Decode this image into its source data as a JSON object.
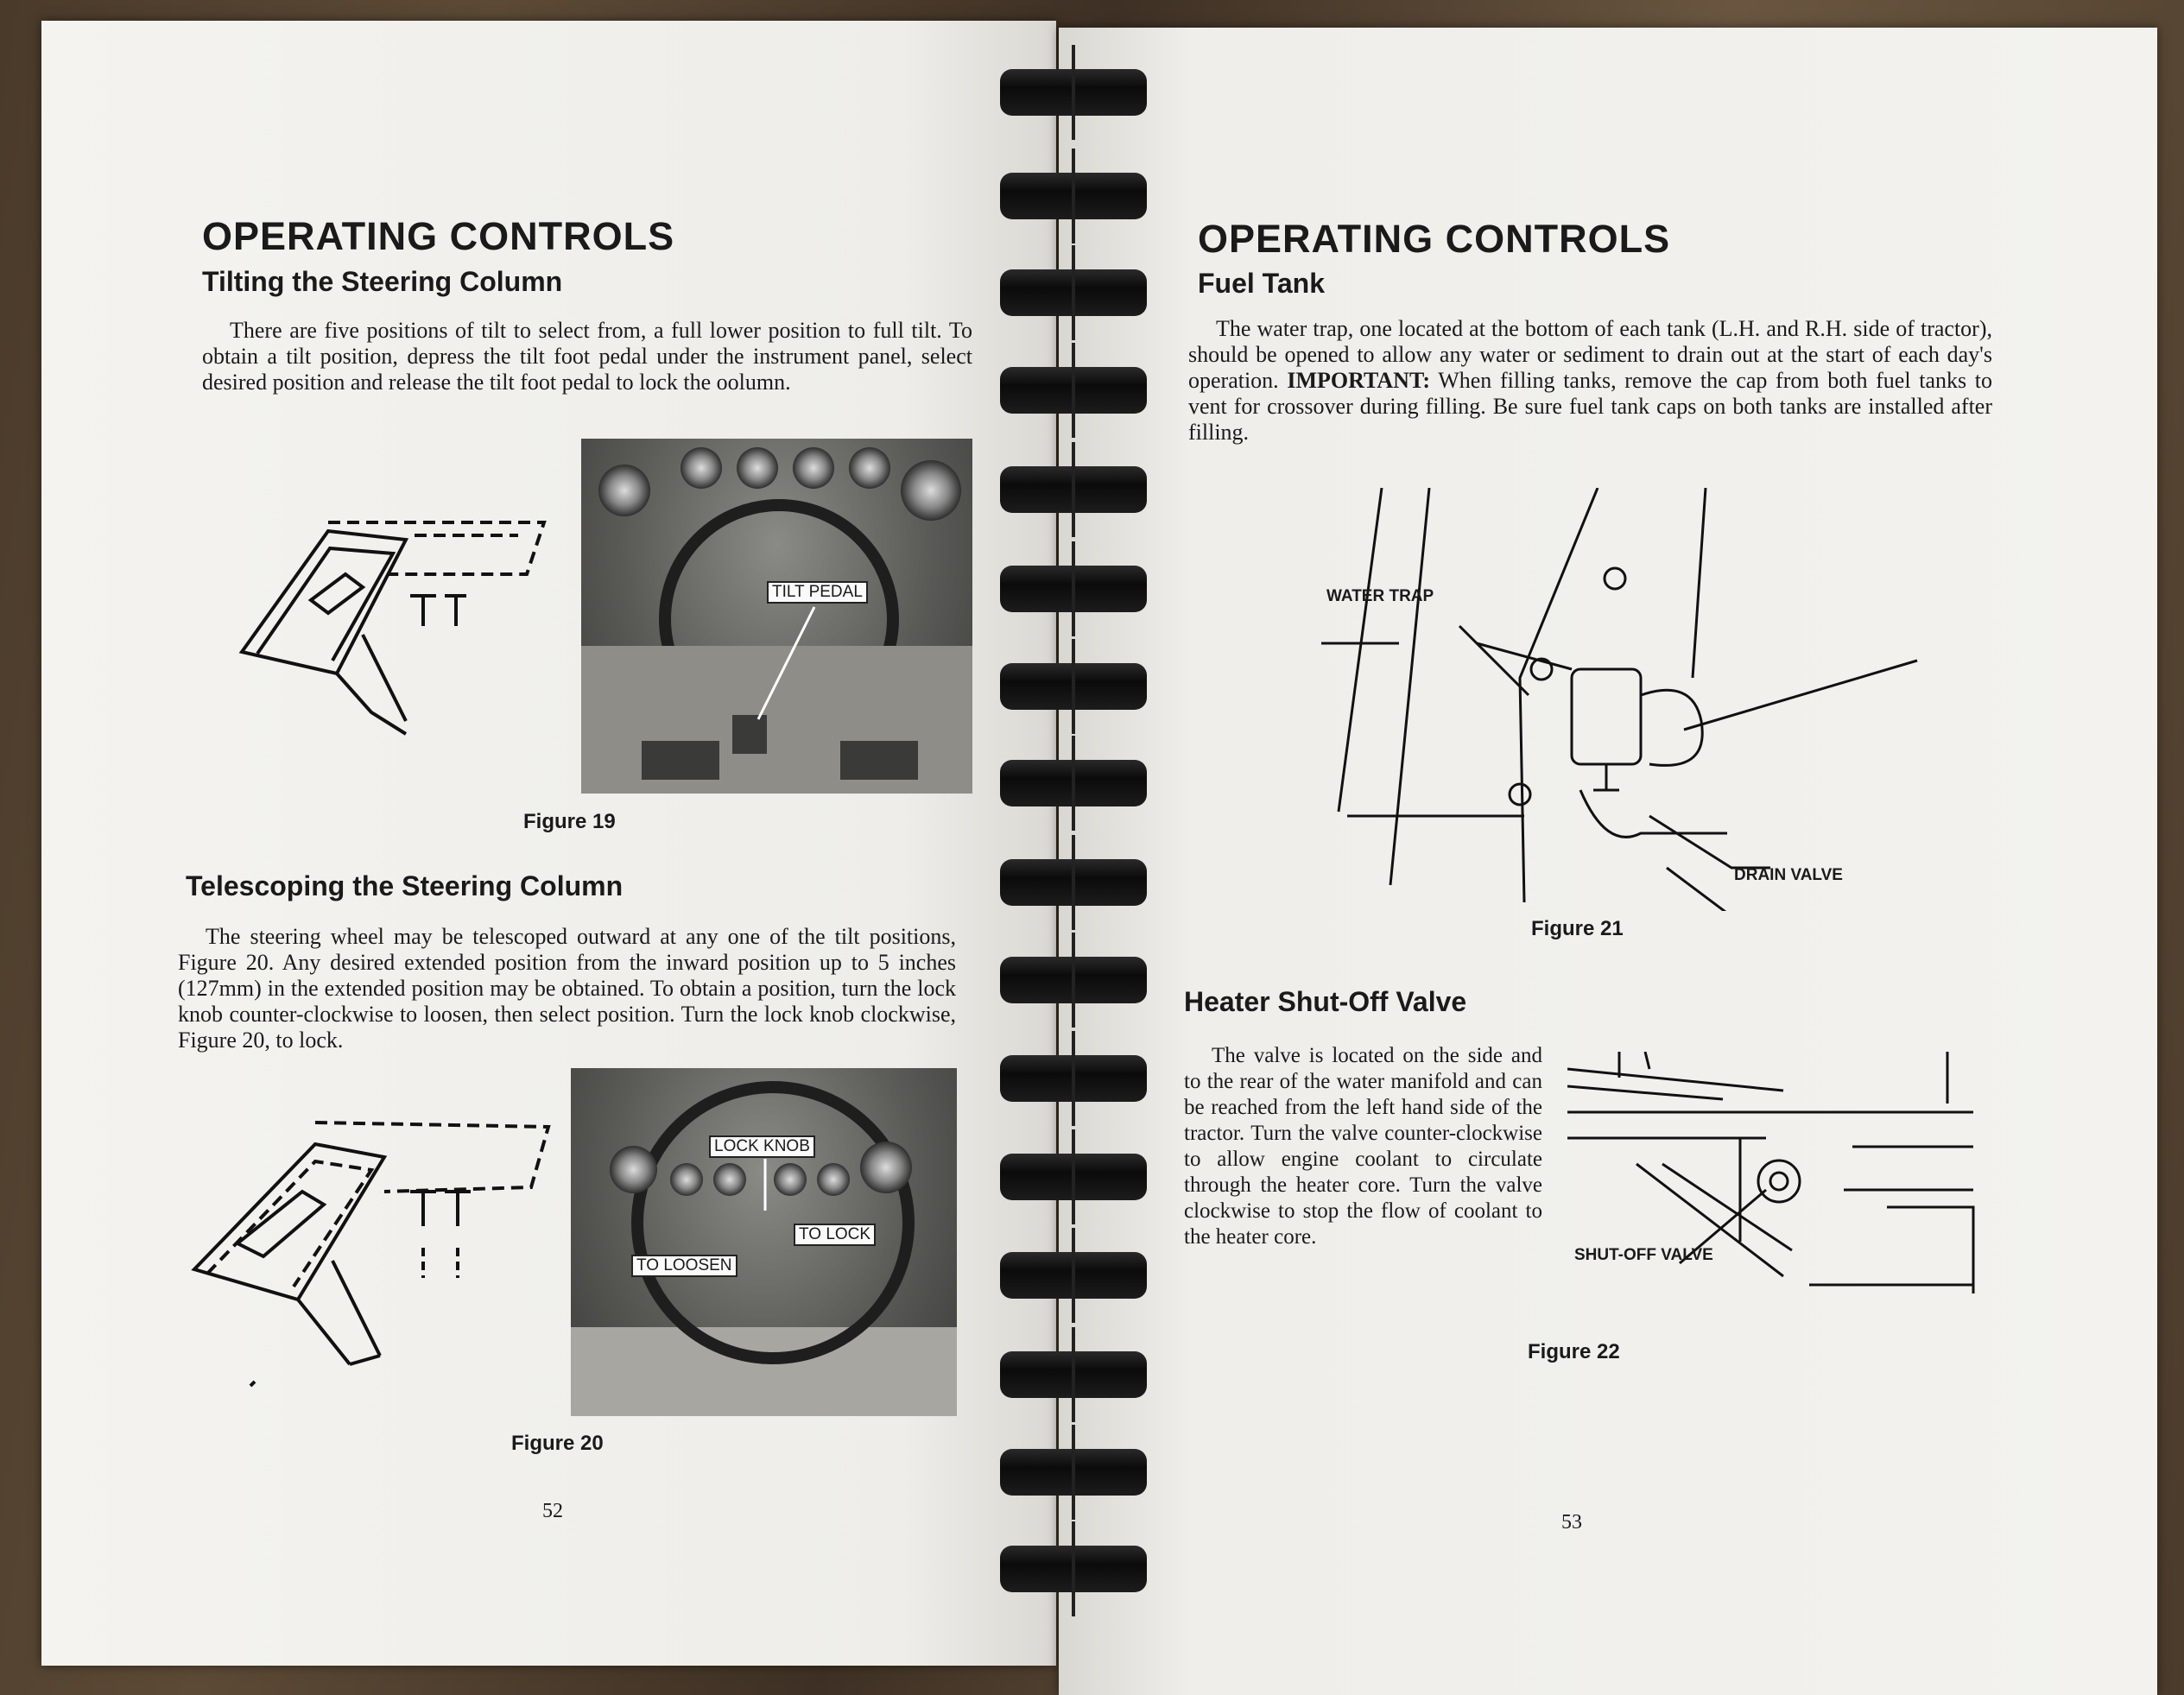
{
  "left_page": {
    "title": "OPERATING CONTROLS",
    "section1": {
      "heading": "Tilting the Steering Column",
      "body": "There are five positions of tilt to select from, a full lower position to full tilt. To obtain a tilt position, depress the tilt foot pedal under the instrument panel, select desired position and release the tilt foot pedal to lock the oolumn.",
      "figure": {
        "caption": "Figure 19",
        "labels": [
          "TILT PEDAL"
        ]
      }
    },
    "section2": {
      "heading": "Telescoping the Steering Column",
      "body": "The steering wheel may be telescoped outward at any one of the tilt positions, Figure 20. Any desired extended position from the inward position up to 5 inches (127mm) in the extended position may be obtained. To obtain a position, turn the lock knob counter-clockwise to loosen, then select position. Turn the lock knob clockwise, Figure 20, to lock.",
      "figure": {
        "caption": "Figure 20",
        "labels": [
          "LOCK KNOB",
          "TO LOCK",
          "TO LOOSEN"
        ]
      }
    },
    "page_number": "52"
  },
  "right_page": {
    "title": "OPERATING CONTROLS",
    "section1": {
      "heading": "Fuel Tank",
      "body_start": "The water trap, one located at the bottom of each tank (L.H. and R.H. side of tractor), should be opened to allow any water or sediment to drain out at the start of each day's operation. ",
      "body_important": "IMPORTANT:",
      "body_end": " When filling tanks, remove the cap from both fuel tanks to vent for crossover during filling. Be sure fuel tank caps on both tanks are installed after filling.",
      "figure": {
        "caption": "Figure 21",
        "labels": [
          "WATER TRAP",
          "DRAIN VALVE"
        ]
      }
    },
    "section2": {
      "heading": "Heater Shut-Off Valve",
      "body": "The valve is located on the side and to the rear of the water manifold and can be reached from the left hand side of the tractor. Turn the valve counter-clockwise to allow engine coolant to circulate through the heater core. Turn the valve clockwise to stop the flow of coolant to the heater core.",
      "figure": {
        "caption": "Figure 22",
        "labels": [
          "SHUT-OFF VALVE"
        ]
      }
    },
    "page_number": "53"
  }
}
